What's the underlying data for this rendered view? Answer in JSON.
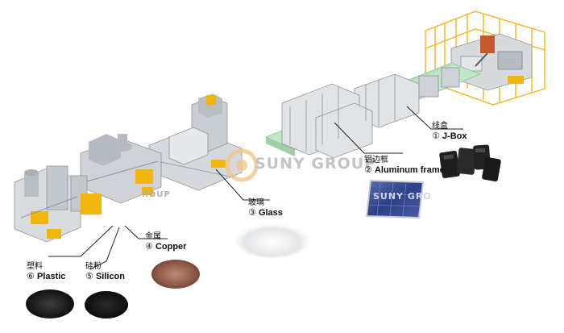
{
  "watermark": {
    "main": "SUNY GROUP",
    "panel": "SUNY GRO",
    "small": "ROUP"
  },
  "colors": {
    "machine": "#c9ced3",
    "machine_dark": "#8e959c",
    "accent_yellow": "#f2b50b",
    "conveyor_green": "#bfe8c6",
    "safety_fence": "#f5b320",
    "leader_line": "#222222"
  },
  "products": [
    {
      "id": "jbox",
      "number": "①",
      "cn": "线盒",
      "en": "J-Box"
    },
    {
      "id": "aluminum",
      "number": "②",
      "cn": "铝边框",
      "en": "Aluminum frame"
    },
    {
      "id": "glass",
      "number": "③",
      "cn": "玻璃",
      "en": "Glass"
    },
    {
      "id": "copper",
      "number": "④",
      "cn": "金属",
      "en": "Copper"
    },
    {
      "id": "silicon",
      "number": "⑤",
      "cn": "硅粉",
      "en": "Silicon"
    },
    {
      "id": "plastic",
      "number": "⑥",
      "cn": "塑料",
      "en": "Plastic"
    }
  ]
}
